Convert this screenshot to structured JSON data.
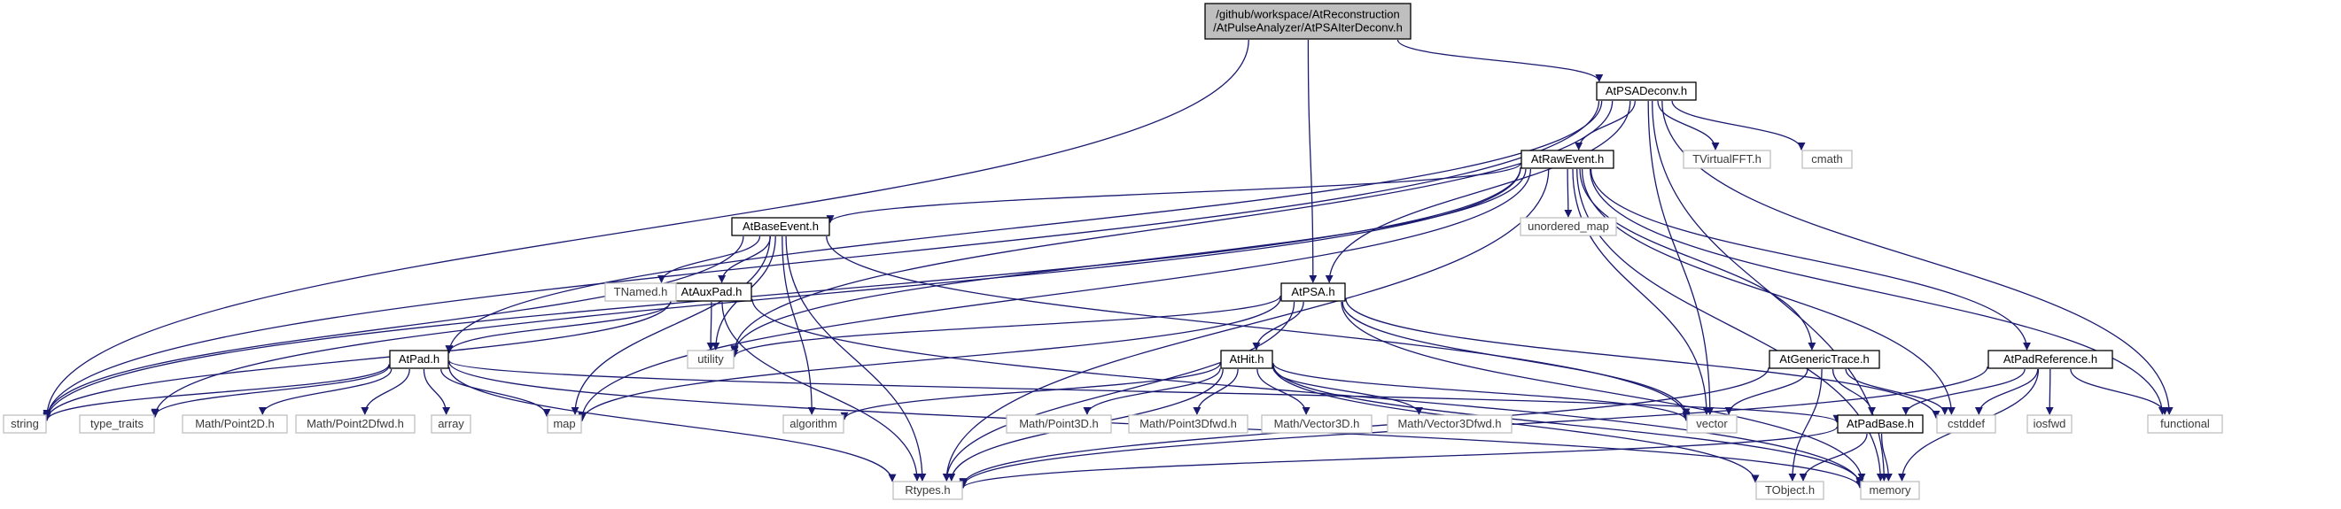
{
  "graph": {
    "nodes": [
      {
        "id": "root",
        "lines": [
          "/github/workspace/AtReconstruction",
          "/AtPulseAnalyzer/AtPSAIterDeconv.h"
        ],
        "kind": "focus"
      },
      {
        "id": "atpsadeconv",
        "lines": [
          "AtPSADeconv.h"
        ],
        "kind": "local"
      },
      {
        "id": "atrawevent",
        "lines": [
          "AtRawEvent.h"
        ],
        "kind": "local"
      },
      {
        "id": "atbaseevent",
        "lines": [
          "AtBaseEvent.h"
        ],
        "kind": "local"
      },
      {
        "id": "atpsa",
        "lines": [
          "AtPSA.h"
        ],
        "kind": "local"
      },
      {
        "id": "ataux",
        "lines": [
          "AtAuxPad.h"
        ],
        "kind": "local"
      },
      {
        "id": "atpad",
        "lines": [
          "AtPad.h"
        ],
        "kind": "local"
      },
      {
        "id": "athit",
        "lines": [
          "AtHit.h"
        ],
        "kind": "local"
      },
      {
        "id": "atgeneric",
        "lines": [
          "AtGenericTrace.h"
        ],
        "kind": "local"
      },
      {
        "id": "atpadref",
        "lines": [
          "AtPadReference.h"
        ],
        "kind": "local"
      },
      {
        "id": "atpadbase",
        "lines": [
          "AtPadBase.h"
        ],
        "kind": "local"
      },
      {
        "id": "tvirtualfft",
        "lines": [
          "TVirtualFFT.h"
        ],
        "kind": "system"
      },
      {
        "id": "cmath",
        "lines": [
          "cmath"
        ],
        "kind": "system"
      },
      {
        "id": "unordered_map",
        "lines": [
          "unordered_map"
        ],
        "kind": "system"
      },
      {
        "id": "tnamed",
        "lines": [
          "TNamed.h"
        ],
        "kind": "system"
      },
      {
        "id": "utility",
        "lines": [
          "utility"
        ],
        "kind": "system"
      },
      {
        "id": "string",
        "lines": [
          "string"
        ],
        "kind": "system"
      },
      {
        "id": "type_traits",
        "lines": [
          "type_traits"
        ],
        "kind": "system"
      },
      {
        "id": "point2d",
        "lines": [
          "Math/Point2D.h"
        ],
        "kind": "system"
      },
      {
        "id": "point2dfwd",
        "lines": [
          "Math/Point2Dfwd.h"
        ],
        "kind": "system"
      },
      {
        "id": "array",
        "lines": [
          "array"
        ],
        "kind": "system"
      },
      {
        "id": "map",
        "lines": [
          "map"
        ],
        "kind": "system"
      },
      {
        "id": "algorithm",
        "lines": [
          "algorithm"
        ],
        "kind": "system"
      },
      {
        "id": "point3d",
        "lines": [
          "Math/Point3D.h"
        ],
        "kind": "system"
      },
      {
        "id": "point3dfwd",
        "lines": [
          "Math/Point3Dfwd.h"
        ],
        "kind": "system"
      },
      {
        "id": "vector3d",
        "lines": [
          "Math/Vector3D.h"
        ],
        "kind": "system"
      },
      {
        "id": "vector3dfwd",
        "lines": [
          "Math/Vector3Dfwd.h"
        ],
        "kind": "system"
      },
      {
        "id": "vector",
        "lines": [
          "vector"
        ],
        "kind": "system"
      },
      {
        "id": "cstddef",
        "lines": [
          "cstddef"
        ],
        "kind": "system"
      },
      {
        "id": "iosfwd",
        "lines": [
          "iosfwd"
        ],
        "kind": "system"
      },
      {
        "id": "functional",
        "lines": [
          "functional"
        ],
        "kind": "system"
      },
      {
        "id": "memory",
        "lines": [
          "memory"
        ],
        "kind": "system"
      },
      {
        "id": "tobject",
        "lines": [
          "TObject.h"
        ],
        "kind": "system"
      },
      {
        "id": "rtypes",
        "lines": [
          "Rtypes.h"
        ],
        "kind": "system"
      }
    ],
    "edges": [
      [
        "root",
        "atpsadeconv"
      ],
      [
        "root",
        "string"
      ],
      [
        "root",
        "atpsa"
      ],
      [
        "atpsadeconv",
        "atrawevent"
      ],
      [
        "atpsadeconv",
        "tvirtualfft"
      ],
      [
        "atpsadeconv",
        "cmath"
      ],
      [
        "atpsadeconv",
        "atpsa"
      ],
      [
        "atpsadeconv",
        "vector"
      ],
      [
        "atpsadeconv",
        "functional"
      ],
      [
        "atpsadeconv",
        "memory"
      ],
      [
        "atpsadeconv",
        "atpad"
      ],
      [
        "atpsadeconv",
        "utility"
      ],
      [
        "atpsadeconv",
        "string"
      ],
      [
        "atrawevent",
        "atbaseevent"
      ],
      [
        "atrawevent",
        "unordered_map"
      ],
      [
        "atrawevent",
        "atgeneric"
      ],
      [
        "atrawevent",
        "atpadref"
      ],
      [
        "atrawevent",
        "vector"
      ],
      [
        "atrawevent",
        "cstddef"
      ],
      [
        "atrawevent",
        "functional"
      ],
      [
        "atrawevent",
        "memory"
      ],
      [
        "atrawevent",
        "rtypes"
      ],
      [
        "atrawevent",
        "map"
      ],
      [
        "atrawevent",
        "utility"
      ],
      [
        "atrawevent",
        "string"
      ],
      [
        "atrawevent",
        "type_traits"
      ],
      [
        "atbaseevent",
        "tnamed"
      ],
      [
        "atbaseevent",
        "ataux"
      ],
      [
        "atbaseevent",
        "utility"
      ],
      [
        "atbaseevent",
        "map"
      ],
      [
        "atbaseevent",
        "string"
      ],
      [
        "atbaseevent",
        "algorithm"
      ],
      [
        "atbaseevent",
        "rtypes"
      ],
      [
        "atbaseevent",
        "vector"
      ],
      [
        "atpsa",
        "athit"
      ],
      [
        "atpsa",
        "utility"
      ],
      [
        "atpsa",
        "map"
      ],
      [
        "atpsa",
        "rtypes"
      ],
      [
        "atpsa",
        "vector"
      ],
      [
        "atpsa",
        "cstddef"
      ],
      [
        "atpsa",
        "memory"
      ],
      [
        "ataux",
        "atpad"
      ],
      [
        "ataux",
        "utility"
      ],
      [
        "ataux",
        "string"
      ],
      [
        "ataux",
        "rtypes"
      ],
      [
        "ataux",
        "memory"
      ],
      [
        "atpad",
        "atpadbase"
      ],
      [
        "atpad",
        "string"
      ],
      [
        "atpad",
        "type_traits"
      ],
      [
        "atpad",
        "point2d"
      ],
      [
        "atpad",
        "point2dfwd"
      ],
      [
        "atpad",
        "array"
      ],
      [
        "atpad",
        "map"
      ],
      [
        "atpad",
        "memory"
      ],
      [
        "atpad",
        "rtypes"
      ],
      [
        "athit",
        "algorithm"
      ],
      [
        "athit",
        "point3d"
      ],
      [
        "athit",
        "point3dfwd"
      ],
      [
        "athit",
        "vector3d"
      ],
      [
        "athit",
        "vector3dfwd"
      ],
      [
        "athit",
        "vector"
      ],
      [
        "athit",
        "memory"
      ],
      [
        "athit",
        "rtypes"
      ],
      [
        "athit",
        "tobject"
      ],
      [
        "atgeneric",
        "atpadbase"
      ],
      [
        "atgeneric",
        "vector"
      ],
      [
        "atgeneric",
        "cstddef"
      ],
      [
        "atgeneric",
        "rtypes"
      ],
      [
        "atgeneric",
        "tobject"
      ],
      [
        "atpadref",
        "atpadbase"
      ],
      [
        "atpadref",
        "cstddef"
      ],
      [
        "atpadref",
        "iosfwd"
      ],
      [
        "atpadref",
        "functional"
      ],
      [
        "atpadref",
        "memory"
      ],
      [
        "atpadref",
        "rtypes"
      ],
      [
        "atpadbase",
        "tobject"
      ],
      [
        "atpadbase",
        "memory"
      ],
      [
        "atpadbase",
        "rtypes"
      ]
    ]
  },
  "colors": {
    "edge": "#191970",
    "focus_fill": "#bfbfbf",
    "local_border": "#000000",
    "system_border": "#bfbfbf"
  }
}
